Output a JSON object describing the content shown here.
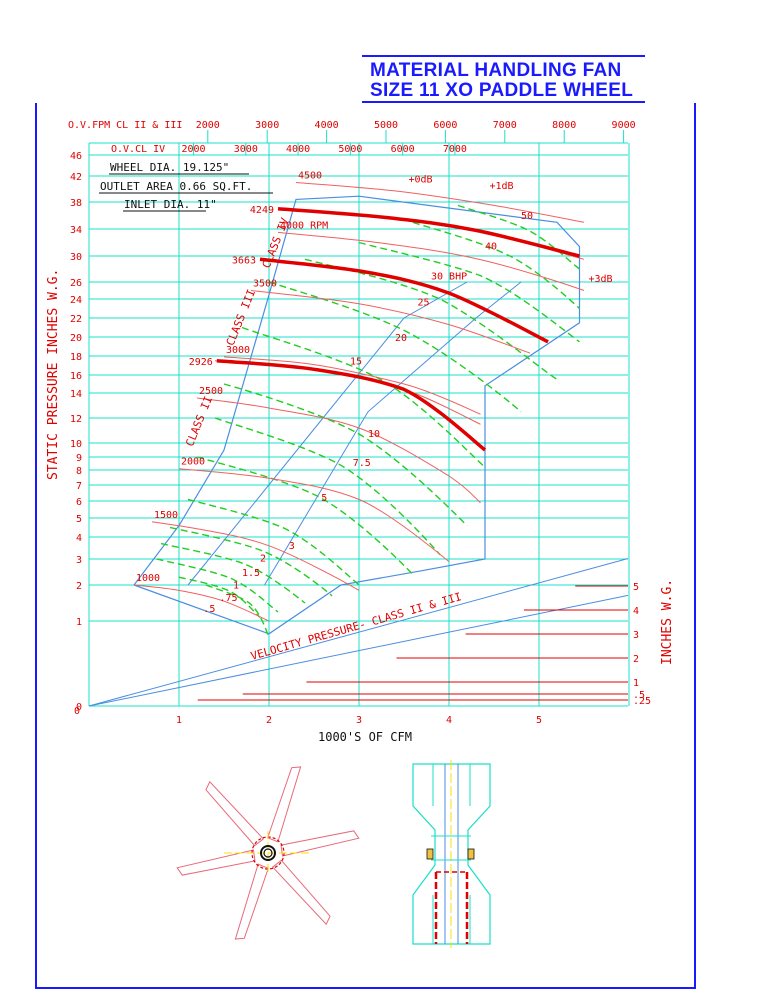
{
  "title": {
    "line1": "MATERIAL HANDLING FAN",
    "line2": "SIZE 11 XO  PADDLE WHEEL"
  },
  "specs": {
    "wheel": "WHEEL DIA. 19.125\"",
    "outlet": "OUTLET AREA 0.66 SQ.FT.",
    "inlet": "INLET DIA. 11\""
  },
  "colors": {
    "grid": "#19e0c8",
    "text": "#e00000",
    "rpm_curve": "#f06060",
    "bhp_curve": "#22cc22",
    "class_limit": "#e00000",
    "envelope": "#4b8ee0",
    "title": "#1a1aff"
  },
  "chart_data": {
    "type": "line",
    "xlabel": "1000'S OF CFM",
    "ylabel": "STATIC PRESSURE INCHES W.G.",
    "right_label": "INCHES W.G.",
    "velocity_pressure_label": "VELOCITY PRESSURE- CLASS II & III",
    "xlim": [
      0,
      6
    ],
    "y_ticks": [
      0,
      1,
      2,
      3,
      4,
      5,
      6,
      7,
      8,
      9,
      10,
      12,
      14,
      16,
      18,
      20,
      22,
      24,
      26,
      30,
      34,
      38,
      42,
      46
    ],
    "x_ticks": [
      1,
      2,
      3,
      4,
      5
    ],
    "ovfpm_cl23_label": "O.V.FPM CL II & III",
    "ovfpm_cl23_ticks": [
      2000,
      3000,
      4000,
      5000,
      6000,
      7000,
      8000,
      9000
    ],
    "ovcl4_label": "O.V.CL IV",
    "ovcl4_ticks": [
      2000,
      3000,
      4000,
      5000,
      6000,
      7000
    ],
    "vp_ticks": [
      ".25",
      ".5",
      "1",
      "2",
      "3",
      "4",
      "5"
    ],
    "rpm_curves": [
      {
        "rpm": 1000,
        "label": "1000",
        "points": [
          [
            0.5,
            2.0
          ],
          [
            1.0,
            1.85
          ],
          [
            1.5,
            1.55
          ],
          [
            2.0,
            1.0
          ]
        ]
      },
      {
        "rpm": 1500,
        "label": "1500",
        "points": [
          [
            0.7,
            4.8
          ],
          [
            1.3,
            4.35
          ],
          [
            2.0,
            3.6
          ],
          [
            3.0,
            1.85
          ]
        ]
      },
      {
        "rpm": 2000,
        "label": "2000",
        "points": [
          [
            1.0,
            8.1
          ],
          [
            2.0,
            7.45
          ],
          [
            3.0,
            6.1
          ],
          [
            4.0,
            2.9
          ]
        ]
      },
      {
        "rpm": 2500,
        "label": "2500",
        "points": [
          [
            1.2,
            13.6
          ],
          [
            2.0,
            12.8
          ],
          [
            3.0,
            11.2
          ],
          [
            4.0,
            7.6
          ],
          [
            4.35,
            5.9
          ]
        ]
      },
      {
        "rpm": 2926,
        "label": "2926",
        "points": [
          [
            1.4,
            17.5
          ],
          [
            2.5,
            16.6
          ],
          [
            3.5,
            14.4
          ],
          [
            4.35,
            11.5
          ]
        ]
      },
      {
        "rpm": 3000,
        "label": "3000",
        "points": [
          [
            1.5,
            17.9
          ],
          [
            2.5,
            17.1
          ],
          [
            3.5,
            15.0
          ],
          [
            4.35,
            12.3
          ]
        ]
      },
      {
        "rpm": 3500,
        "label": "3500",
        "points": [
          [
            1.8,
            25.0
          ],
          [
            3.0,
            23.5
          ],
          [
            4.0,
            21.3
          ],
          [
            4.9,
            18.3
          ]
        ]
      },
      {
        "rpm": 3663,
        "label": "3663",
        "points": [
          [
            1.9,
            29.5
          ],
          [
            3.0,
            27.7
          ],
          [
            4.0,
            24.7
          ],
          [
            5.0,
            20.0
          ]
        ]
      },
      {
        "rpm": 4000,
        "label": "4000 RPM",
        "points": [
          [
            2.1,
            33.5
          ],
          [
            3.2,
            32.0
          ],
          [
            4.3,
            29.6
          ],
          [
            5.5,
            25.0
          ]
        ]
      },
      {
        "rpm": 4249,
        "label": "4249",
        "points": [
          [
            2.15,
            37.0
          ],
          [
            3.3,
            35.7
          ],
          [
            4.3,
            33.8
          ],
          [
            5.5,
            29.5
          ]
        ]
      },
      {
        "rpm": 4500,
        "label": "4500",
        "points": [
          [
            2.3,
            41.0
          ],
          [
            3.4,
            39.7
          ],
          [
            4.5,
            37.5
          ],
          [
            5.5,
            35.0
          ]
        ]
      }
    ],
    "class_limit_curves": [
      {
        "label": "2926",
        "points": [
          [
            1.42,
            17.5
          ],
          [
            2.5,
            16.6
          ],
          [
            3.5,
            14.4
          ],
          [
            4.4,
            9.5
          ]
        ]
      },
      {
        "label": "3663",
        "points": [
          [
            1.9,
            29.5
          ],
          [
            3.0,
            27.7
          ],
          [
            4.0,
            24.7
          ],
          [
            5.1,
            19.5
          ]
        ]
      },
      {
        "label": "4249",
        "points": [
          [
            2.1,
            37.0
          ],
          [
            3.3,
            35.7
          ],
          [
            4.3,
            33.8
          ],
          [
            5.45,
            30.0
          ]
        ]
      }
    ],
    "bhp_labels": [
      ".5",
      ".75",
      "1",
      "1.5",
      "2",
      "3",
      "5",
      "7.5",
      "10",
      "15",
      "20",
      "25",
      "30 BHP",
      "40",
      "50"
    ],
    "db_labels": [
      "+0dB",
      "+1dB",
      "+3dB"
    ],
    "class_labels": [
      "CLASS II",
      "CLASS III",
      "CLASS IV"
    ],
    "velocity_pressure": {
      "inches_per_kcfm2": 0.128
    }
  }
}
